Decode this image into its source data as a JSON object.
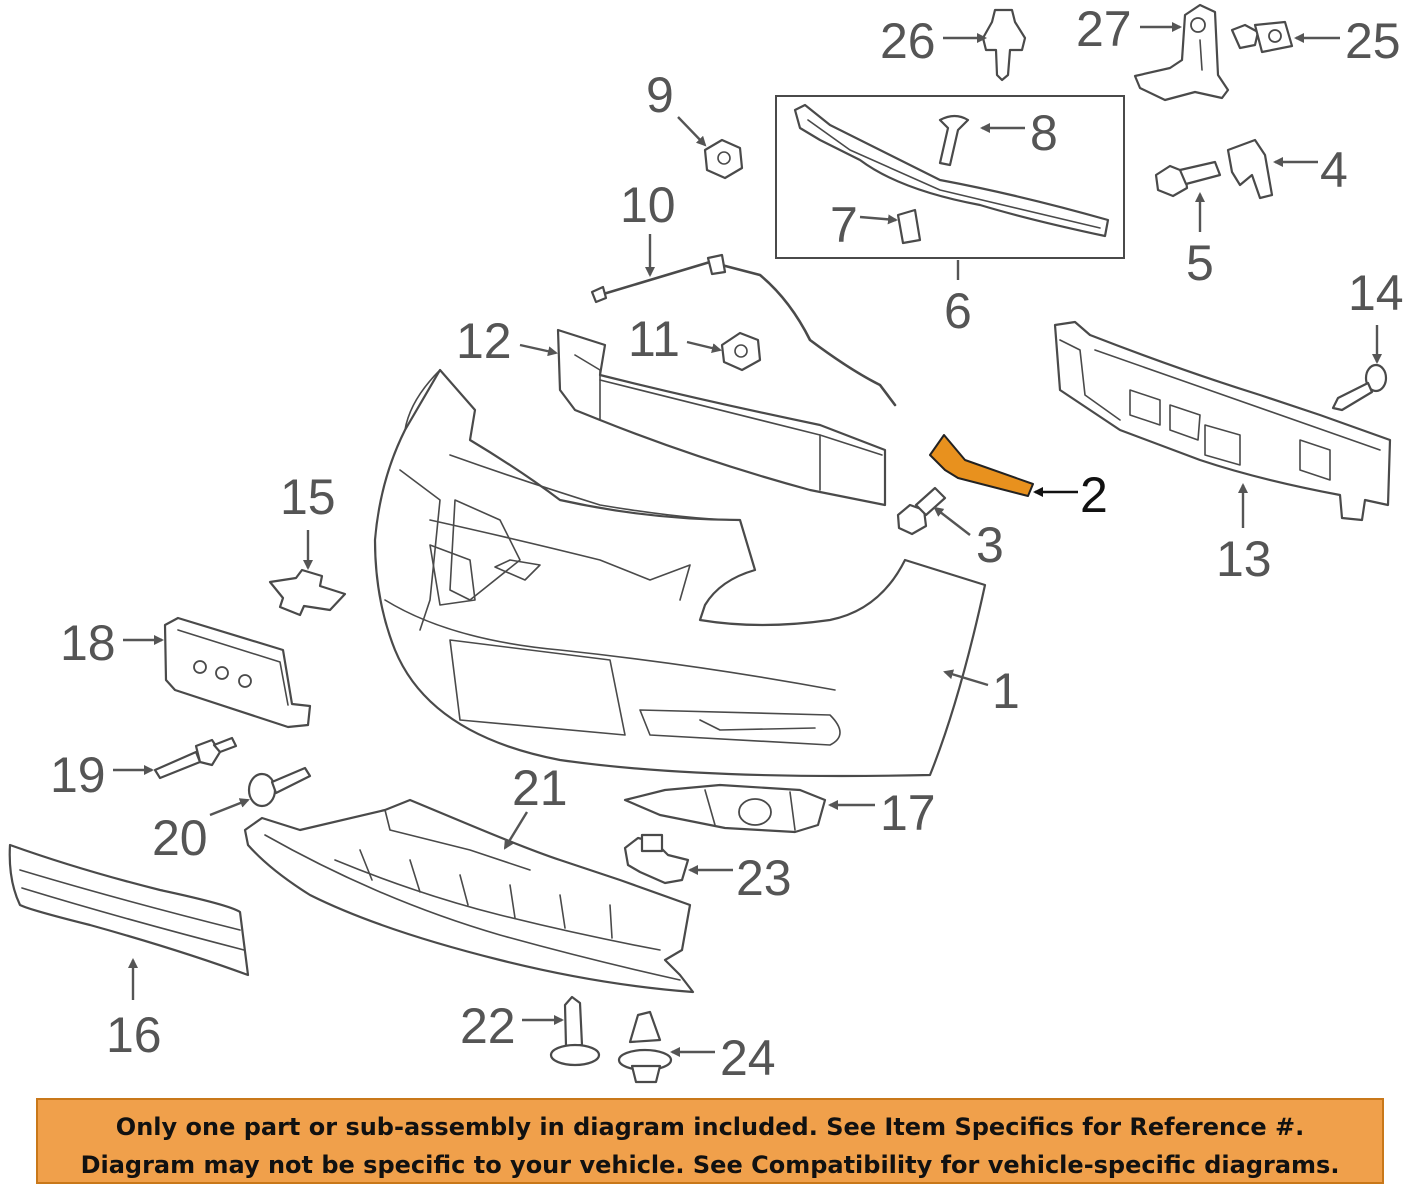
{
  "colors": {
    "highlight": "#e8911e",
    "banner_background": "#f0a04b",
    "line": "#4a4a4a",
    "label": "#555555"
  },
  "highlighted_part": "2",
  "callouts": [
    "1",
    "2",
    "3",
    "4",
    "5",
    "6",
    "7",
    "8",
    "9",
    "10",
    "11",
    "12",
    "13",
    "14",
    "15",
    "16",
    "17",
    "18",
    "19",
    "20",
    "21",
    "22",
    "23",
    "24",
    "25",
    "26",
    "27"
  ],
  "notice": {
    "line1": "Only one part or sub-assembly in diagram included. See Item Specifics for Reference #.",
    "line2": "Diagram may not be specific to your vehicle. See Compatibility for vehicle-specific diagrams."
  }
}
